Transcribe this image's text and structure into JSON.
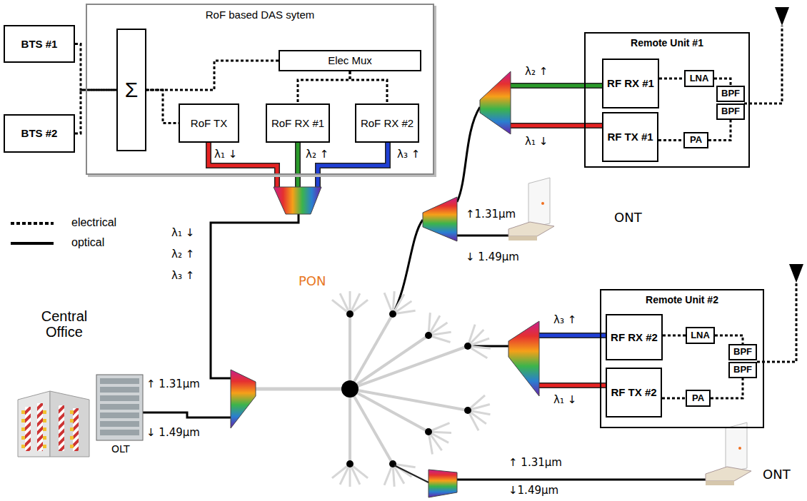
{
  "diagram": {
    "nodes": [
      {
        "text": [
          "BTS #1"
        ]
      },
      {
        "text": [
          "BTS #2"
        ]
      },
      {
        "text": [
          "RoF based DAS sytem"
        ]
      },
      {
        "text": [
          "Σ"
        ],
        "in": 2
      },
      {
        "text": [
          "Elec Mux"
        ],
        "in": 2
      },
      {
        "text": [
          "RoF TX"
        ],
        "in": 2
      },
      {
        "text": [
          "RoF RX #1"
        ],
        "in": 2
      },
      {
        "text": [
          "RoF RX #2"
        ],
        "in": 2
      },
      {
        "text": [
          "Remote Unit #1"
        ]
      },
      {
        "text": [
          "RF RX #1"
        ],
        "in": 8
      },
      {
        "text": [
          "LNA"
        ],
        "in": 8
      },
      {
        "text": [
          "BPF"
        ],
        "in": 8
      },
      {
        "text": [
          "RF TX #1"
        ],
        "in": 8
      },
      {
        "text": [
          "PA"
        ],
        "in": 8
      },
      {
        "text": [
          "BPF"
        ],
        "in": 8
      },
      {
        "text": [
          "Remote Unit #2"
        ]
      },
      {
        "text": [
          "RF RX #2"
        ],
        "in": 15
      },
      {
        "text": [
          "LNA"
        ],
        "in": 15
      },
      {
        "text": [
          "BPF"
        ],
        "in": 15
      },
      {
        "text": [
          "RF TX #2"
        ],
        "in": 15
      },
      {
        "text": [
          "PA"
        ],
        "in": 15
      },
      {
        "text": [
          "BPF"
        ],
        "in": 15
      }
    ],
    "edges": [
      {
        "from": 0,
        "to": 3,
        "arrow": "none"
      },
      {
        "from": 1,
        "to": 3,
        "arrow": "none"
      },
      {
        "from": 3,
        "to": 5,
        "arrow": "none"
      },
      {
        "from": 4,
        "to": 3,
        "arrow": "none"
      },
      {
        "from": 4,
        "to": 6,
        "arrow": "none"
      },
      {
        "from": 4,
        "to": 7,
        "arrow": "none"
      },
      {
        "from": 9,
        "to": 10,
        "arrow": "none"
      },
      {
        "from": 10,
        "to": 11,
        "arrow": "none"
      },
      {
        "from": 12,
        "to": 13,
        "arrow": "none"
      },
      {
        "from": 13,
        "to": 14,
        "arrow": "none"
      },
      {
        "from": 16,
        "to": 17,
        "arrow": "none"
      },
      {
        "from": 17,
        "to": 18,
        "arrow": "none"
      },
      {
        "from": 19,
        "to": 20,
        "arrow": "none"
      },
      {
        "from": 20,
        "to": 21,
        "arrow": "none"
      }
    ],
    "labels": [
      "λ₁ ↓",
      "λ₂ ↑",
      "λ₃ ↑",
      "λ₁ ↓",
      "λ₂ ↑",
      "λ₃ ↑",
      "Central Office",
      "OLT",
      "↑ 1.31µm",
      "↓ 1.49µm",
      "PON",
      "λ₂ ↑",
      "λ₁ ↓",
      "↑1.31µm",
      "↓ 1.49µm",
      "ONT",
      "λ₃ ↑",
      "λ₁ ↓",
      "↑ 1.31µm",
      "↓1.49µm",
      "ONT"
    ],
    "legend": [
      {
        "text": "electrical"
      },
      {
        "text": "optical"
      }
    ]
  }
}
